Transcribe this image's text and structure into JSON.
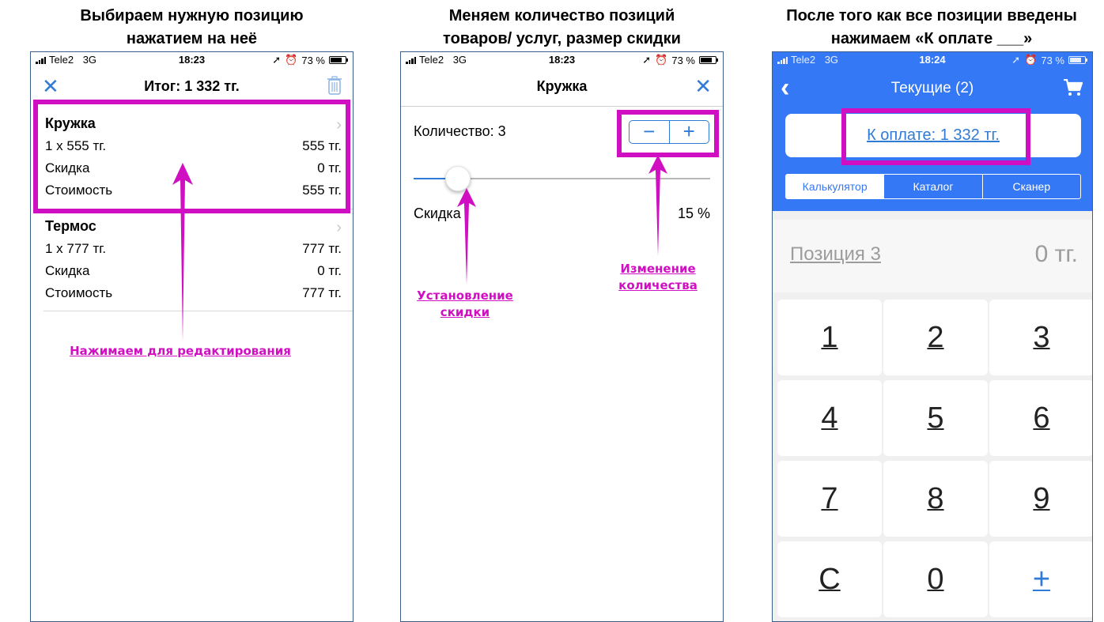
{
  "captions": {
    "c1": [
      "Выбираем нужную позицию",
      "нажатием на неё"
    ],
    "c2": [
      "Меняем количество позиций",
      "товаров/ услуг, размер скидки"
    ],
    "c3": [
      "После того как все позиции введены",
      "нажимаем «К оплате ___»"
    ]
  },
  "screen1": {
    "status": {
      "carrier": "Tele2",
      "network": "3G",
      "time": "18:23",
      "battery": "73 %"
    },
    "close_icon": "✕",
    "title": "Итог: 1 332 тг.",
    "items": [
      {
        "name": "Кружка",
        "rows": [
          [
            "1 x 555 тг.",
            "555 тг."
          ],
          [
            "Скидка",
            "0 тг."
          ],
          [
            "Стоимость",
            "555 тг."
          ]
        ]
      },
      {
        "name": "Термос",
        "rows": [
          [
            "1 x 777 тг.",
            "777 тг."
          ],
          [
            "Скидка",
            "0 тг."
          ],
          [
            "Стоимость",
            "777 тг."
          ]
        ]
      }
    ],
    "annotation": "Нажимаем для редактирования"
  },
  "screen2": {
    "status": {
      "carrier": "Tele2",
      "network": "3G",
      "time": "18:23",
      "battery": "73 %"
    },
    "title": "Кружка",
    "close_icon": "✕",
    "quantity_label": "Количество: 3",
    "minus": "−",
    "plus": "+",
    "discount_label": "Скидка",
    "discount_value": "15 %",
    "discount_fraction": 0.15,
    "annotation_discount": [
      "Установление",
      "скидки"
    ],
    "annotation_quantity": [
      "Изменение",
      "количества"
    ]
  },
  "screen3": {
    "status": {
      "carrier": "Tele2",
      "network": "3G",
      "time": "18:24",
      "battery": "73 %"
    },
    "back_icon": "‹",
    "title": "Текущие (2)",
    "pay_button": "К оплате: 1 332 тг.",
    "tabs": [
      "Калькулятор",
      "Каталог",
      "Сканер"
    ],
    "position_label": "Позиция 3",
    "position_value": "0 тг.",
    "keys": [
      "1",
      "2",
      "3",
      "4",
      "5",
      "6",
      "7",
      "8",
      "9",
      "C",
      "0",
      "+"
    ]
  },
  "colors": {
    "highlight": "#d10fc2",
    "accent": "#2f7bd6",
    "header_blue": "#3478f6"
  }
}
